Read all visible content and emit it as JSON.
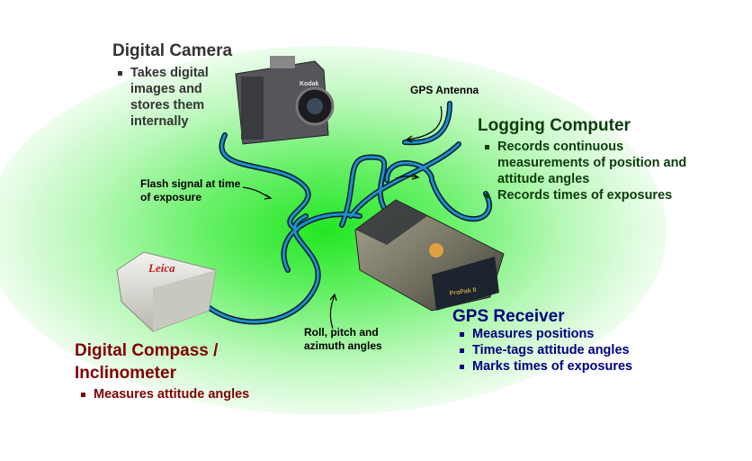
{
  "camera": {
    "title": "Digital Camera",
    "bullets": [
      "Takes digital images and stores them internally"
    ],
    "brand": "Kodak"
  },
  "logging": {
    "title": "Logging Computer",
    "bullets": [
      "Records continuous measurements of position and attitude angles",
      "Records times of exposures"
    ]
  },
  "gps": {
    "title": "GPS Receiver",
    "bullets": [
      "Measures positions",
      "Time-tags attitude angles",
      "Marks times of exposures"
    ],
    "brand": "ProPak II"
  },
  "compass": {
    "title": "Digital Compass / Inclinometer",
    "bullets": [
      "Measures attitude angles"
    ],
    "brand": "Leica"
  },
  "labels": {
    "antenna": "GPS Antenna",
    "flash": "Flash signal at time of exposure",
    "roll": "Roll, pitch and azimuth angles"
  },
  "colors": {
    "camera": "#333333",
    "logging": "#0b3d0b",
    "gps": "#000080",
    "compass": "#800000",
    "cable": "#1e90c8"
  }
}
